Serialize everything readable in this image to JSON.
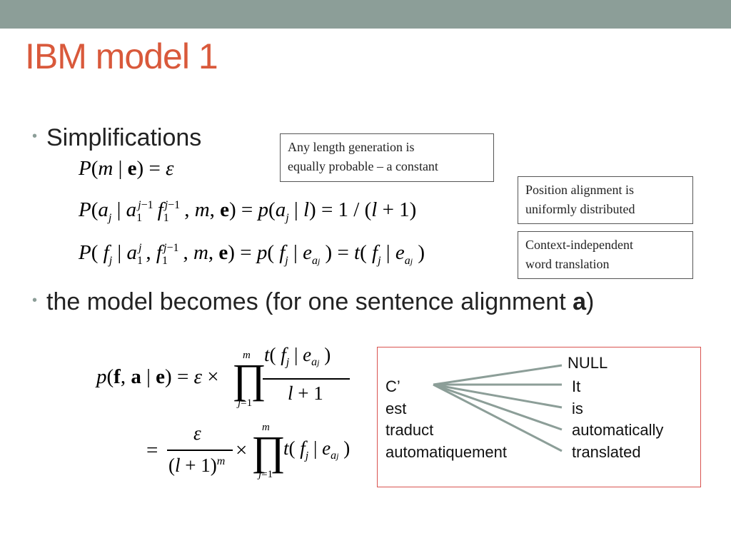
{
  "slide": {
    "title": "IBM model 1",
    "bullet1": "Simplifications",
    "bullet2_prefix": "the model becomes (for one sentence alignment ",
    "bullet2_bold": "a",
    "bullet2_suffix": ")",
    "bullet_glyph": "•"
  },
  "notes": {
    "length_line1": "Any length generation is",
    "length_line2": "equally probable – a constant",
    "position_line1": "Position alignment is",
    "position_line2": "uniformly distributed",
    "context_line1": "Context-independent",
    "context_line2": "word translation"
  },
  "alignment": {
    "french": [
      "C’",
      "est",
      "traduct",
      "automatiquement"
    ],
    "english": [
      "NULL",
      "It",
      "is",
      "automatically",
      "translated"
    ]
  },
  "colors": {
    "title": "#d9593b",
    "topbar": "#8c9e98",
    "alignment_border": "#d9534f",
    "alignment_lines": "#8c9e98"
  }
}
